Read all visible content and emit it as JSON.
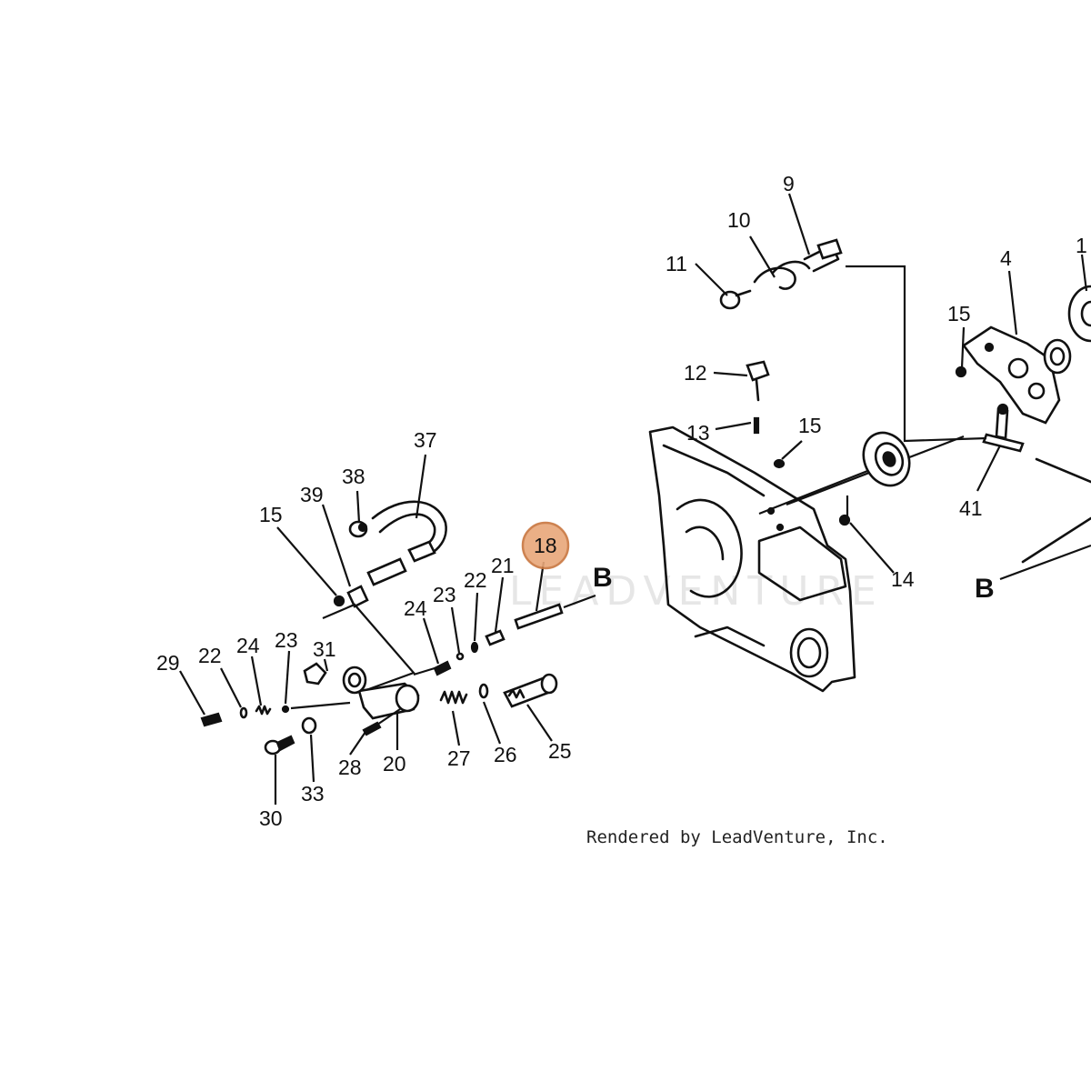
{
  "watermark": "LEADVENTURE",
  "credit": "Rendered by LeadVenture, Inc.",
  "highlight_color": "#e8a77a",
  "highlighted_callout": "18",
  "callouts": {
    "c9": "9",
    "c10": "10",
    "c11": "11",
    "c12": "12",
    "c13": "13",
    "c15a": "15",
    "c15b": "15",
    "c15c": "15",
    "c4": "4",
    "c1": "1",
    "c41": "41",
    "c14": "14",
    "cB1": "B",
    "cB2": "B",
    "c37": "37",
    "c38": "38",
    "c39": "39",
    "c18": "18",
    "c24a": "24",
    "c23a": "23",
    "c22a": "22",
    "c21": "21",
    "c31": "31",
    "c29": "29",
    "c22b": "22",
    "c24b": "24",
    "c23b": "23",
    "c27": "27",
    "c26": "26",
    "c25": "25",
    "c28": "28",
    "c20": "20",
    "c30": "30",
    "c33": "33"
  }
}
